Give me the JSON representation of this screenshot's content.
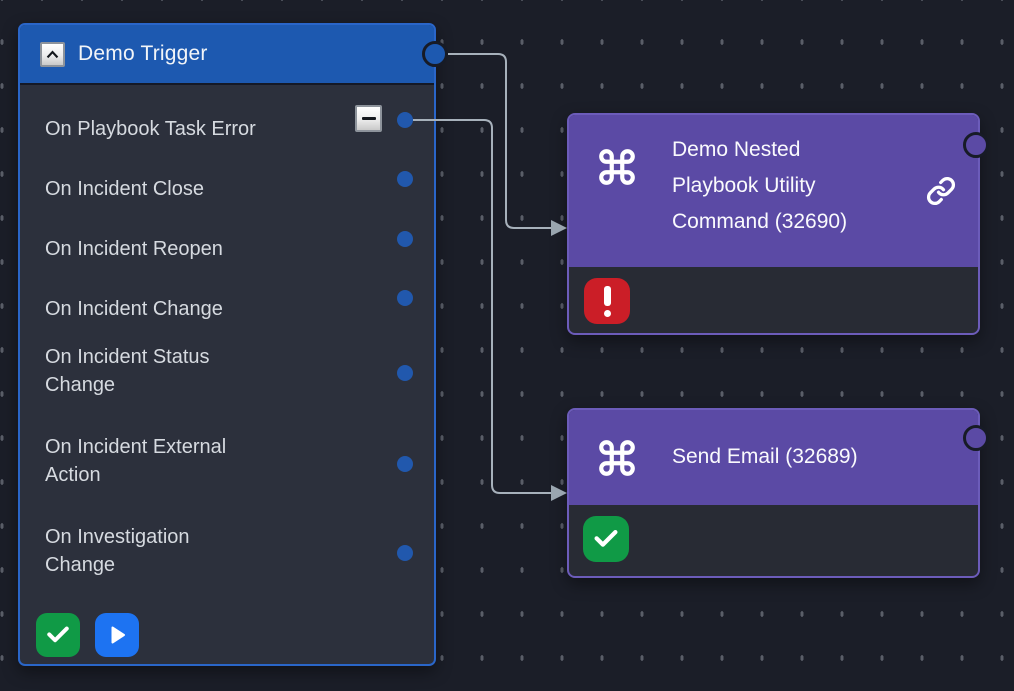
{
  "trigger": {
    "title": "Demo Trigger",
    "outputs": [
      {
        "label": "On Playbook Task Error",
        "removable": true
      },
      {
        "label": "On Incident Close"
      },
      {
        "label": "On Incident Reopen"
      },
      {
        "label": "On Incident Change"
      },
      {
        "label": "On Incident Status\nChange"
      },
      {
        "label": "On Incident External\nAction"
      },
      {
        "label": "On Investigation\nChange"
      }
    ],
    "icons": {
      "collapse": "chevron-up-icon",
      "remove": "minus-icon",
      "success": "check-icon",
      "run": "play-icon"
    }
  },
  "nodes": [
    {
      "title": "Demo Nested\nPlaybook Utility\nCommand (32690)",
      "icon": "command-icon",
      "link_icon": true,
      "status": "error",
      "status_icon": "exclamation-icon"
    },
    {
      "title": "Send Email (32689)",
      "icon": "command-icon",
      "link_icon": false,
      "status": "success",
      "status_icon": "check-icon"
    }
  ],
  "colors": {
    "canvas_bg": "#1b1e28",
    "grid_dash": "#5a5e68",
    "trigger_header_blue": "#1d59b0",
    "trigger_border_blue": "#2a66c9",
    "panel_body": "#2c303c",
    "port_blue": "#2158ad",
    "node_header_purple": "#5b4aa5",
    "node_border_purple": "#6c5cba",
    "node_body": "#282b34",
    "error_red": "#cb1e27",
    "success_green": "#109a46",
    "run_blue": "#1d73f2",
    "connector_gray": "#a7b1bb"
  }
}
